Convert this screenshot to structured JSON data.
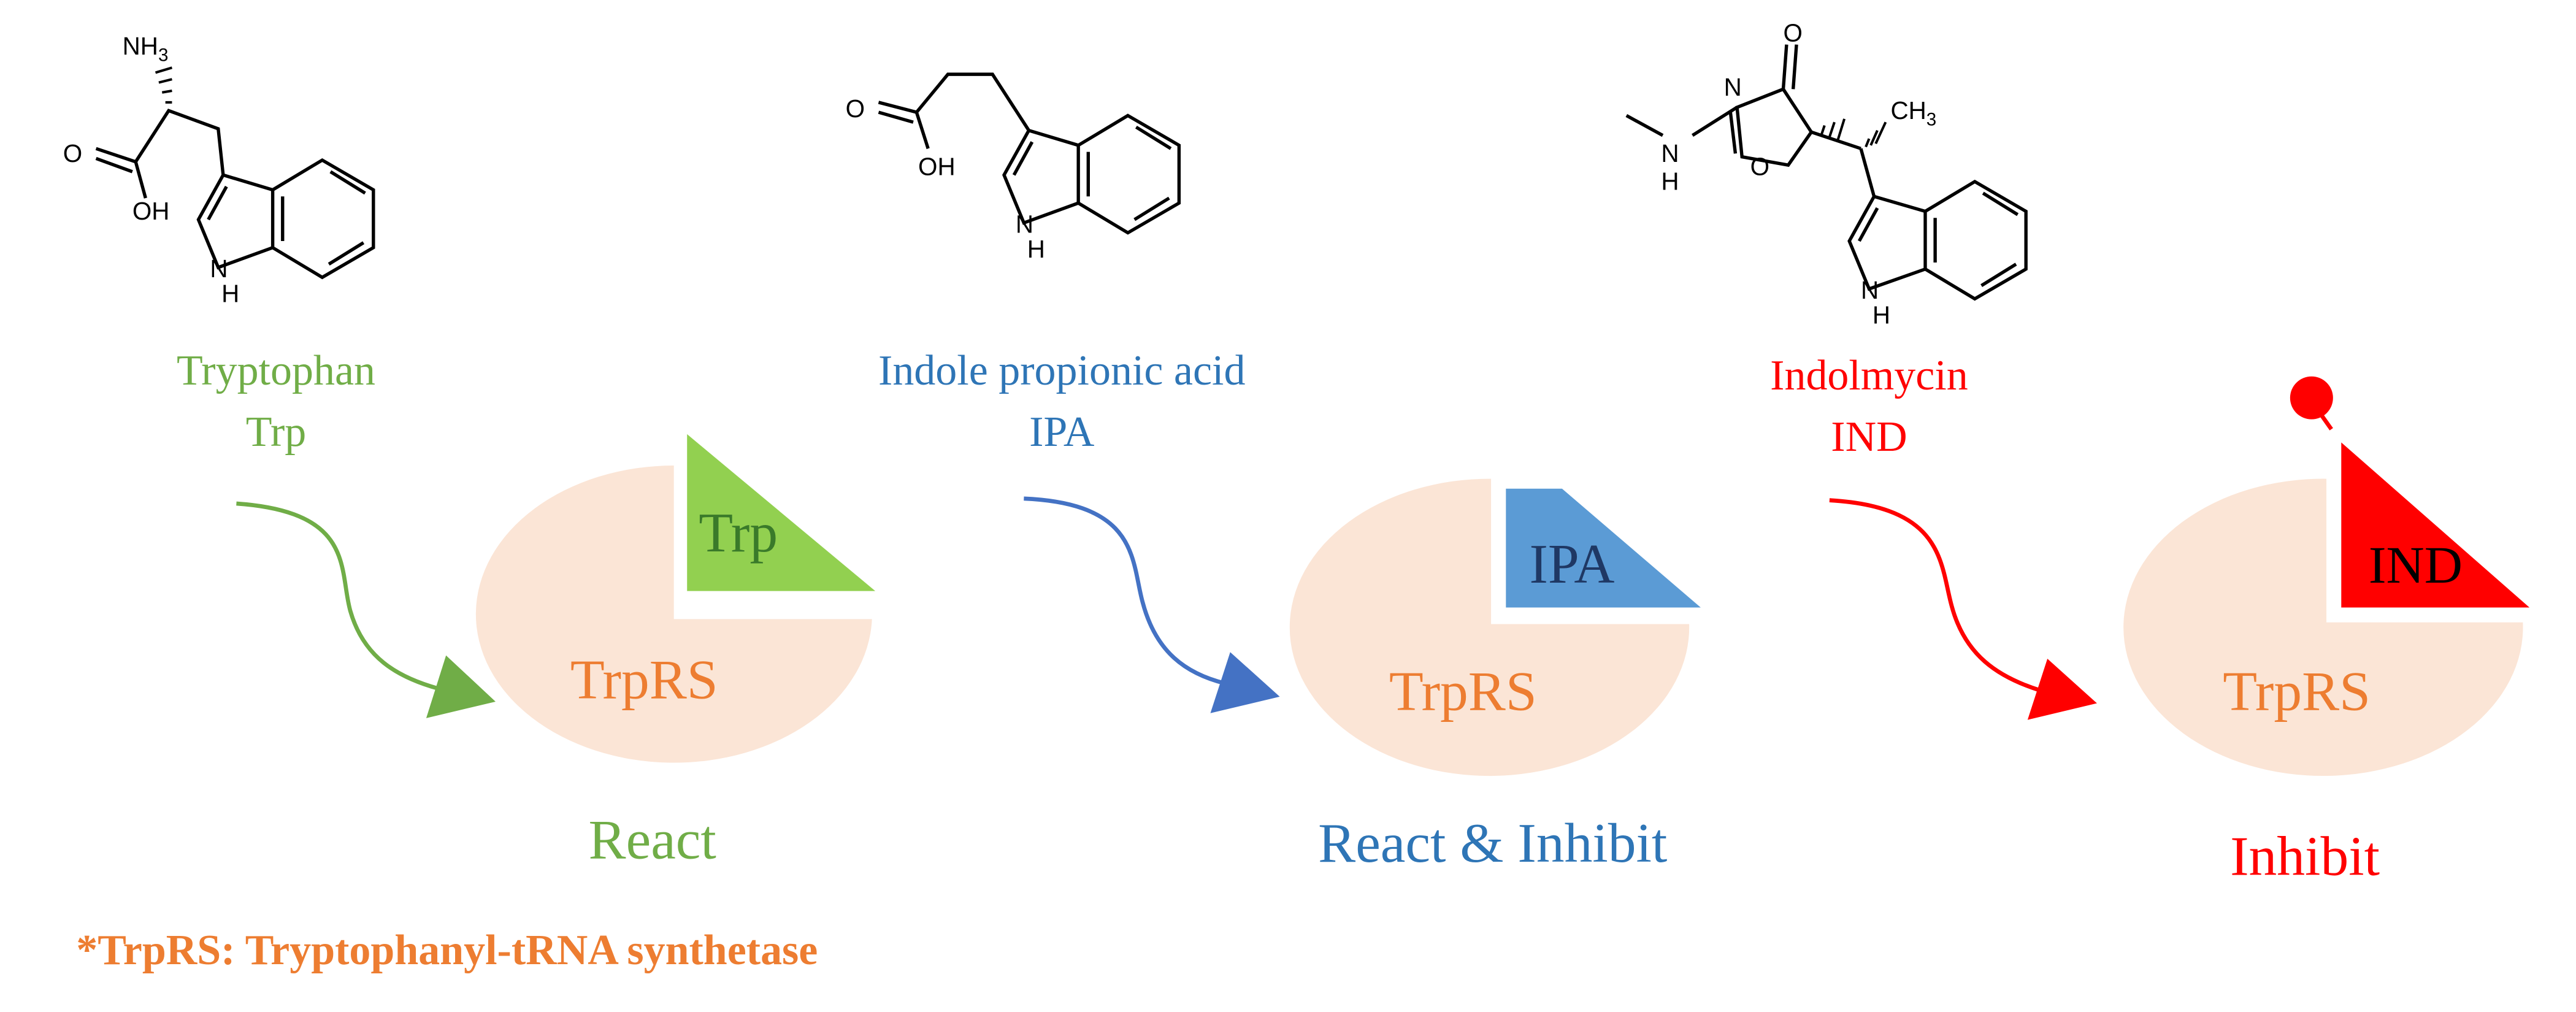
{
  "panels": [
    {
      "molecule": {
        "name": "Tryptophan",
        "abbr": "Trp",
        "atoms": {
          "amine": "NH",
          "amine_sub": "3",
          "oxo": "O",
          "hydroxyl": "OH",
          "indole_n": "N",
          "indole_h": "H"
        }
      },
      "ligand_label": "Trp",
      "enzyme_label": "TrpRS",
      "outcome": "React",
      "color": "#70ad47",
      "wedge_color": "#92d050",
      "ligand_text_color": "#3a7a2a"
    },
    {
      "molecule": {
        "name": "Indole propionic acid",
        "abbr": "IPA",
        "atoms": {
          "oxo": "O",
          "hydroxyl": "OH",
          "indole_n": "N",
          "indole_h": "H"
        }
      },
      "ligand_label": "IPA",
      "enzyme_label": "TrpRS",
      "outcome": "React & Inhibit",
      "color": "#2e75b6",
      "wedge_color": "#5b9bd5",
      "ligand_text_color": "#1f3864"
    },
    {
      "molecule": {
        "name": "Indolmycin",
        "abbr": "IND",
        "atoms": {
          "oxo": "O",
          "ring_n": "N",
          "ring_o": "O",
          "nh_n": "N",
          "nh_h": "H",
          "methyl": "CH",
          "methyl_sub": "3",
          "indole_n": "N",
          "indole_h": "H"
        }
      },
      "ligand_label": "IND",
      "enzyme_label": "TrpRS",
      "outcome": "Inhibit",
      "color": "#ff0000",
      "wedge_color": "#ff0000",
      "ligand_text_color": "#000000"
    }
  ],
  "colors": {
    "enzyme_fill": "#fbe5d6",
    "enzyme_text": "#ed7d31",
    "footnote": "#ed7d31",
    "bond": "#000000",
    "arrow_green": "#70ad47",
    "arrow_blue": "#4472c4",
    "arrow_red": "#ff0000"
  },
  "footnote": "*TrpRS: Tryptophanyl-tRNA synthetase"
}
